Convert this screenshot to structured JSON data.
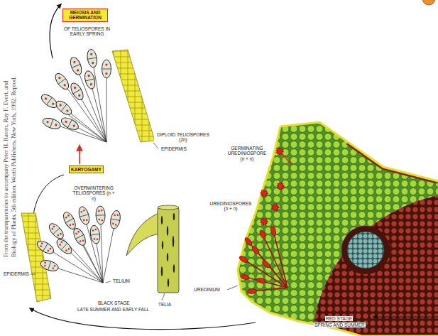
{
  "diagram": {
    "nodes": [
      {
        "text": [
          "MEIOSIS AND GERMINATION"
        ]
      },
      {
        "text": [
          "KARYOGAMY"
        ]
      }
    ],
    "labels": [
      "From the transparencies to accompany Peter H. Raven, Ray F. Evert, and",
      "Biology of Plants, 5th edition. Worth Publishers, New York, 1992. Reprod.",
      "OF TELIOSPORES IN EARLY SPRING",
      "DIPLOID TELIOSPORES (2n)",
      "EPIDERMIS",
      "OVERWINTERING TELIOSPORES (n + n)",
      "GERMINATING UREDINIOSPORE (n + n)",
      "UREDINIOSPORES (n + n)",
      "TELIUM",
      "EPIDERMIS",
      "TELIA",
      "UREDINIUM",
      "BLACK STAGE",
      "LATE SUMMER AND EARLY FALL",
      "RED STAGE",
      "SPRING AND SUMMER"
    ]
  }
}
